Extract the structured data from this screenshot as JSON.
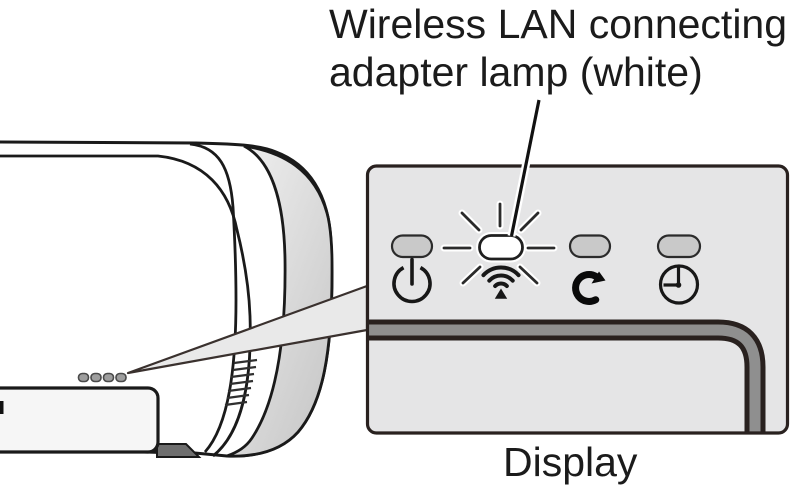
{
  "figure": {
    "title_lines": [
      "Wireless LAN connecting",
      "adapter lamp (white)"
    ],
    "display_caption": "Display"
  },
  "panel": {
    "lamps": [
      {
        "name": "power",
        "icon": "power-icon",
        "state": "off",
        "fill": "#c9c9c9"
      },
      {
        "name": "wireless-lan-adapter",
        "icon": "wifi-icon",
        "state": "lit-white",
        "fill": "#ffffff"
      },
      {
        "name": "econavi",
        "icon": "econavi-icon",
        "state": "off",
        "fill": "#c9c9c9"
      },
      {
        "name": "timer",
        "icon": "clock-icon",
        "state": "off",
        "fill": "#c9c9c9"
      }
    ]
  },
  "unit": {
    "indicator_dot_count": 4
  },
  "colors": {
    "panel_fill": "#e5e5e6",
    "outline": "#1a1a1a",
    "band_gray": "#8f8f8f",
    "lamp_off_fill": "#c9c9c9",
    "lamp_on_fill": "#ffffff",
    "text": "#1b1b1b"
  }
}
